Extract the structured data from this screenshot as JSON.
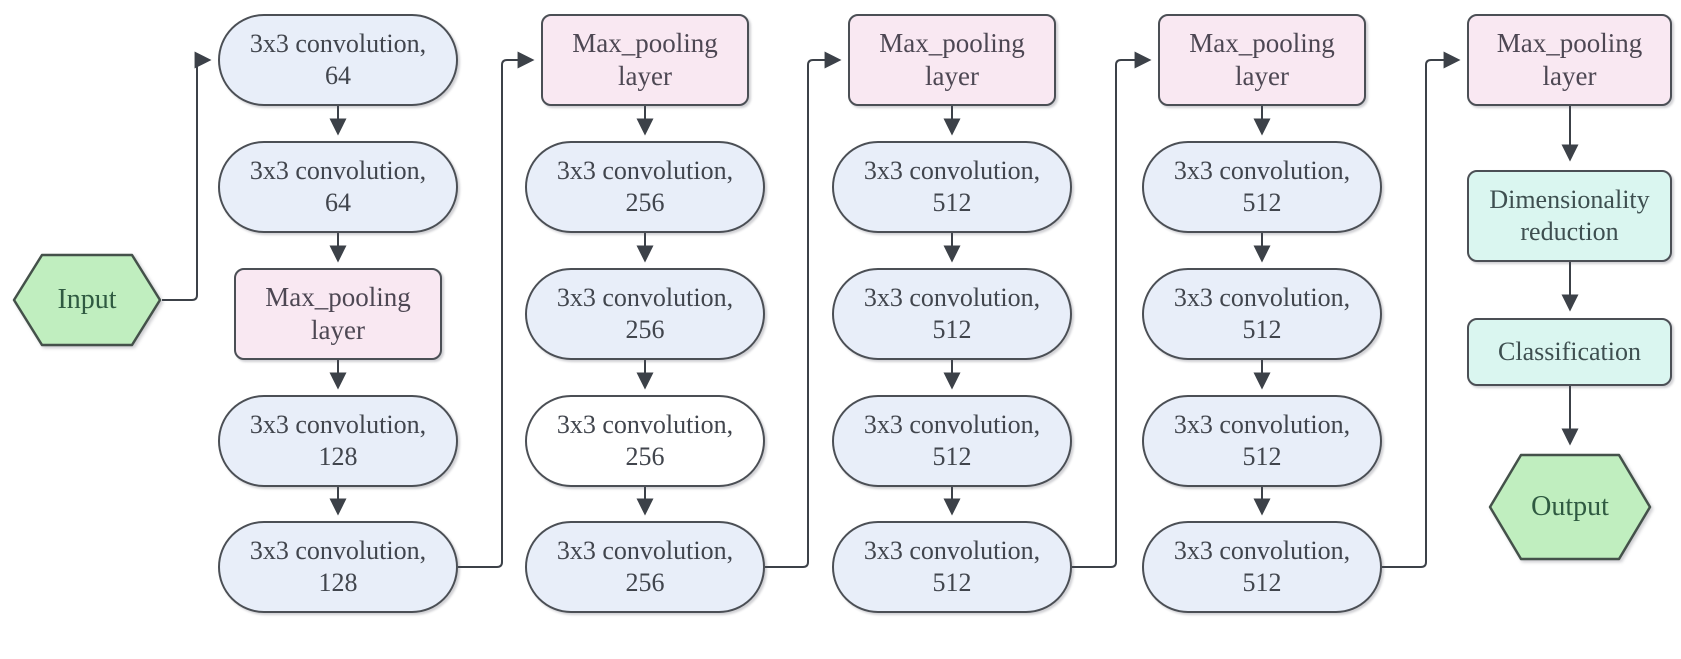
{
  "palette": {
    "conv_fill": "#e8eef9",
    "conv_white_fill": "#ffffff",
    "pool_fill": "#f9e8f2",
    "reduce_fill": "#daf6f0",
    "io_fill": "#c0eebf",
    "border": "#4b4f55",
    "line": "#3c4148"
  },
  "input_node": {
    "label": "Input"
  },
  "output_node": {
    "label": "Output"
  },
  "columns": [
    {
      "name": "block-1",
      "nodes": [
        {
          "kind": "conv",
          "text": "3x3 convolution,\n64"
        },
        {
          "kind": "conv",
          "text": "3x3 convolution,\n64"
        },
        {
          "kind": "pool",
          "text": "Max_pooling\nlayer"
        },
        {
          "kind": "conv",
          "text": "3x3 convolution,\n128"
        },
        {
          "kind": "conv",
          "text": "3x3 convolution,\n128"
        }
      ]
    },
    {
      "name": "block-2",
      "nodes": [
        {
          "kind": "pool",
          "text": "Max_pooling\nlayer"
        },
        {
          "kind": "conv",
          "text": "3x3 convolution,\n256"
        },
        {
          "kind": "conv",
          "text": "3x3 convolution,\n256"
        },
        {
          "kind": "conv-white",
          "text": "3x3 convolution,\n256"
        },
        {
          "kind": "conv",
          "text": "3x3 convolution,\n256"
        }
      ]
    },
    {
      "name": "block-3",
      "nodes": [
        {
          "kind": "pool",
          "text": "Max_pooling\nlayer"
        },
        {
          "kind": "conv",
          "text": "3x3 convolution,\n512"
        },
        {
          "kind": "conv",
          "text": "3x3 convolution,\n512"
        },
        {
          "kind": "conv",
          "text": "3x3 convolution,\n512"
        },
        {
          "kind": "conv",
          "text": "3x3 convolution,\n512"
        }
      ]
    },
    {
      "name": "block-4",
      "nodes": [
        {
          "kind": "pool",
          "text": "Max_pooling\nlayer"
        },
        {
          "kind": "conv",
          "text": "3x3 convolution,\n512"
        },
        {
          "kind": "conv",
          "text": "3x3 convolution,\n512"
        },
        {
          "kind": "conv",
          "text": "3x3 convolution,\n512"
        },
        {
          "kind": "conv",
          "text": "3x3 convolution,\n512"
        }
      ]
    },
    {
      "name": "block-5",
      "nodes": [
        {
          "kind": "pool",
          "text": "Max_pooling\nlayer"
        },
        {
          "kind": "reduce",
          "text": "Dimensionality\nreduction"
        },
        {
          "kind": "reduce",
          "text": "Classification"
        }
      ]
    }
  ]
}
